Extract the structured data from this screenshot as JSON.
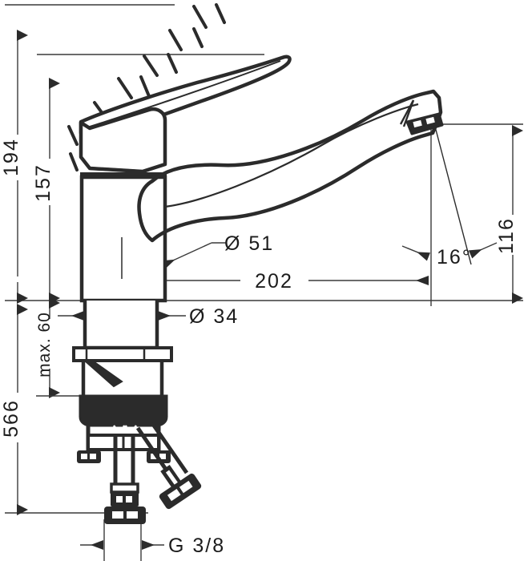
{
  "drawing": {
    "title": "Kitchen mixer tap dimensional drawing",
    "subject": "single-lever kitchen faucet with swivel spout",
    "units": "mm",
    "line_color": "#2b2b2b",
    "thin_line_color": "#3a3a3a",
    "background_color": "#ffffff",
    "text_color": "#1c1c1c"
  },
  "dimensions": {
    "overall_height": {
      "label": "194",
      "orientation": "vertical",
      "description": "total height to top of lever handle raised"
    },
    "spout_height": {
      "label": "157",
      "orientation": "vertical",
      "description": "height to top of body / lever pivot"
    },
    "outlet_height": {
      "label": "116",
      "orientation": "vertical",
      "description": "height from mounting surface to spout outlet"
    },
    "max_thickness": {
      "label": "max. 60",
      "orientation": "vertical",
      "description": "maximum countertop thickness"
    },
    "hose_length": {
      "label": "566",
      "orientation": "vertical",
      "description": "overall length including connection hoses"
    },
    "spout_reach": {
      "label": "202",
      "orientation": "horizontal",
      "description": "spout projection / reach"
    },
    "body_diameter": {
      "label": "Ø 51",
      "orientation": "leader",
      "description": "body outer diameter"
    },
    "shank_diameter": {
      "label": "Ø 34",
      "orientation": "horizontal",
      "description": "mounting shank diameter"
    },
    "outlet_angle": {
      "label": "16°",
      "orientation": "angle",
      "description": "outlet stream angle"
    },
    "thread": {
      "label": "G 3/8",
      "orientation": "horizontal",
      "description": "supply hose connection thread"
    }
  }
}
